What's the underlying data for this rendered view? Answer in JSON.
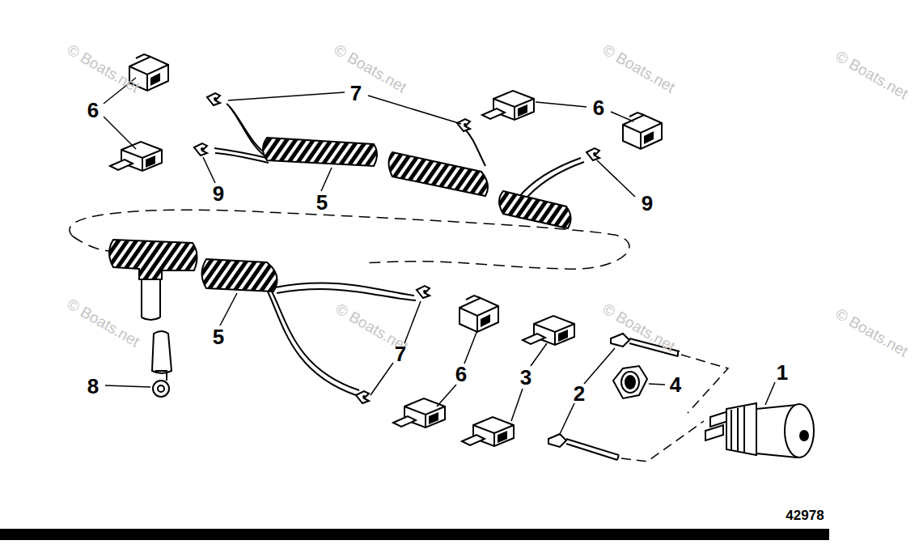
{
  "diagram": {
    "labels": [
      "© Boats.net",
      "© Boats.net",
      "© Boats.net",
      "© Boats.net",
      "© Boats.net",
      "© Boats.net",
      "© Boats.net",
      "© Boats.net",
      "7",
      "6",
      "6",
      "9",
      "5",
      "9",
      "5",
      "7",
      "6",
      "3",
      "2",
      "4",
      "1",
      "8",
      "42978"
    ]
  }
}
